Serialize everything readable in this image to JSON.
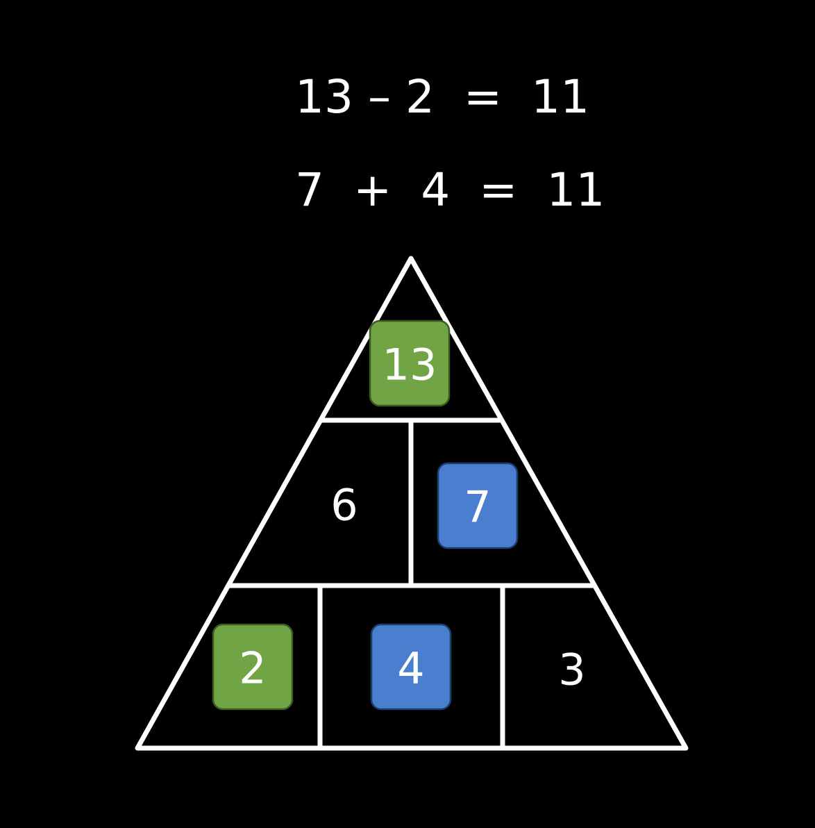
{
  "equations": [
    {
      "text": "13 – 2  =  11"
    },
    {
      "text": "7  +  4  =  11"
    }
  ],
  "pyramid": {
    "rows": [
      [
        {
          "value": "13",
          "highlight": "green"
        }
      ],
      [
        {
          "value": "6",
          "highlight": "none"
        },
        {
          "value": "7",
          "highlight": "blue"
        }
      ],
      [
        {
          "value": "2",
          "highlight": "green"
        },
        {
          "value": "4",
          "highlight": "blue"
        },
        {
          "value": "3",
          "highlight": "none"
        }
      ]
    ]
  },
  "colors": {
    "background": "#000000",
    "lines": "#ffffff",
    "green": "#70a444",
    "green_border": "#3c5a24",
    "blue": "#4a7fd0",
    "blue_border": "#1f3e70",
    "text": "#ffffff"
  }
}
